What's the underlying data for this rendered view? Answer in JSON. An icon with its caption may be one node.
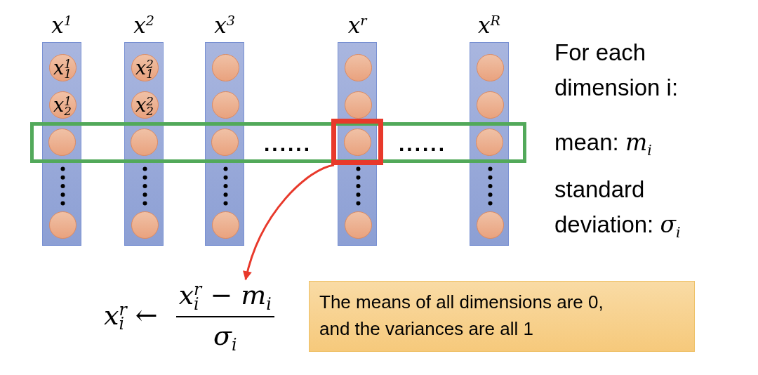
{
  "diagram": {
    "nodes": [
      {
        "text": [
          "x$^{1}$"
        ]
      },
      {
        "text": [
          "x$^{1}$$_{1}$"
        ],
        "in": 0
      },
      {
        "text": [
          "x$^{1}$$_{2}$"
        ],
        "in": 0
      },
      {
        "text": [],
        "shape": "circle"
      },
      {
        "text": [],
        "shape": "circle",
        "in": 0
      },
      {
        "text": [
          "x$^{2}$"
        ]
      },
      {
        "text": [
          "x$^{2}$$_{1}$"
        ],
        "in": 5
      },
      {
        "text": [
          "x$^{2}$$_{2}$"
        ],
        "in": 5
      },
      {
        "text": [],
        "shape": "circle"
      },
      {
        "text": [],
        "shape": "circle",
        "in": 5
      },
      {
        "text": [
          "x$^{3}$"
        ]
      },
      {
        "text": [],
        "shape": "circle",
        "in": 10
      },
      {
        "text": [],
        "shape": "circle",
        "in": 10
      },
      {
        "text": [],
        "shape": "circle"
      },
      {
        "text": [],
        "shape": "circle",
        "in": 10
      },
      {
        "text": [
          "x$^{r}$"
        ]
      },
      {
        "text": [],
        "shape": "circle",
        "in": 15
      },
      {
        "text": [],
        "shape": "circle",
        "in": 15
      },
      {
        "text": [],
        "shape": "circle"
      },
      {
        "text": [],
        "shape": "circle",
        "in": 15
      },
      {
        "text": [
          "x$^{R}$"
        ]
      },
      {
        "text": [],
        "shape": "circle",
        "in": 20
      },
      {
        "text": [],
        "shape": "circle",
        "in": 20
      },
      {
        "text": [],
        "shape": "circle"
      },
      {
        "text": [],
        "shape": "circle",
        "in": 20
      },
      {
        "text": [],
        "shape": "box"
      },
      {
        "text": [],
        "shape": "box"
      },
      {
        "text": [
          "x$^{r}$$_{i}$ ←",
          "x$^{r}$$_{i}$ − m$_{i}$",
          "σ$_{i}$"
        ]
      },
      {
        "text": [
          "The means of all dimensions are 0, and the variances are all 1"
        ]
      }
    ],
    "edges": [
      {
        "from": 26,
        "to": 27,
        "arrow": "to",
        "color": "#e8392b"
      }
    ],
    "labels": [
      "For each dimension i:",
      "......",
      "......",
      "mean: *m*$_{i}$",
      "standard deviation: *σ*$_{i}$"
    ]
  }
}
